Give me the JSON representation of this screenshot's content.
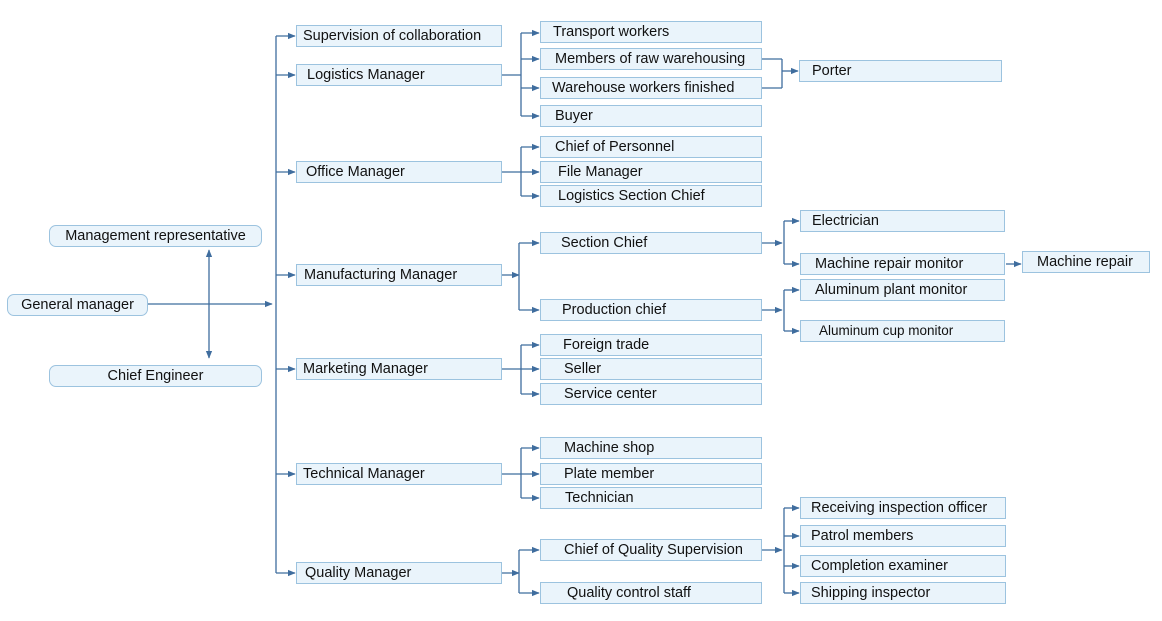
{
  "nodes": {
    "general_manager": "General manager",
    "management_representative": "Management representative",
    "chief_engineer": "Chief Engineer",
    "supervision_collab": "Supervision of collaboration",
    "logistics_manager": "Logistics Manager",
    "office_manager": "Office Manager",
    "manufacturing_manager": "Manufacturing Manager",
    "marketing_manager": "Marketing Manager",
    "technical_manager": "Technical Manager",
    "quality_manager": "Quality Manager",
    "transport_workers": "Transport workers",
    "raw_warehousing": "Members of raw  warehousing",
    "warehouse_finished": "Warehouse workers finished",
    "buyer": "Buyer",
    "porter": "Porter",
    "chief_personnel": "Chief of Personnel",
    "file_manager": "File Manager",
    "logistics_section_chief": "Logistics Section Chief",
    "section_chief": "Section Chief",
    "production_chief": "Production chief",
    "electrician": "Electrician",
    "machine_repair_monitor": "Machine repair monitor",
    "machine_repair": "Machine repair",
    "aluminum_plant_monitor": "Aluminum plant monitor",
    "aluminum_cup_monitor": "Aluminum cup monitor",
    "foreign_trade": "Foreign trade",
    "seller": "Seller",
    "service_center": "Service center",
    "machine_shop": "Machine shop",
    "plate_member": "Plate member",
    "technician": "Technician",
    "chief_quality_supervision": "Chief of Quality Supervision",
    "quality_control_staff": "Quality control staff",
    "receiving_inspection": "Receiving inspection officer",
    "patrol_members": "Patrol members",
    "completion_examiner": "Completion examiner",
    "shipping_inspector": "Shipping inspector"
  },
  "colors": {
    "line": "#3f6d9e",
    "box_fill": "#eaf4fb",
    "box_border": "#9cc3df"
  }
}
